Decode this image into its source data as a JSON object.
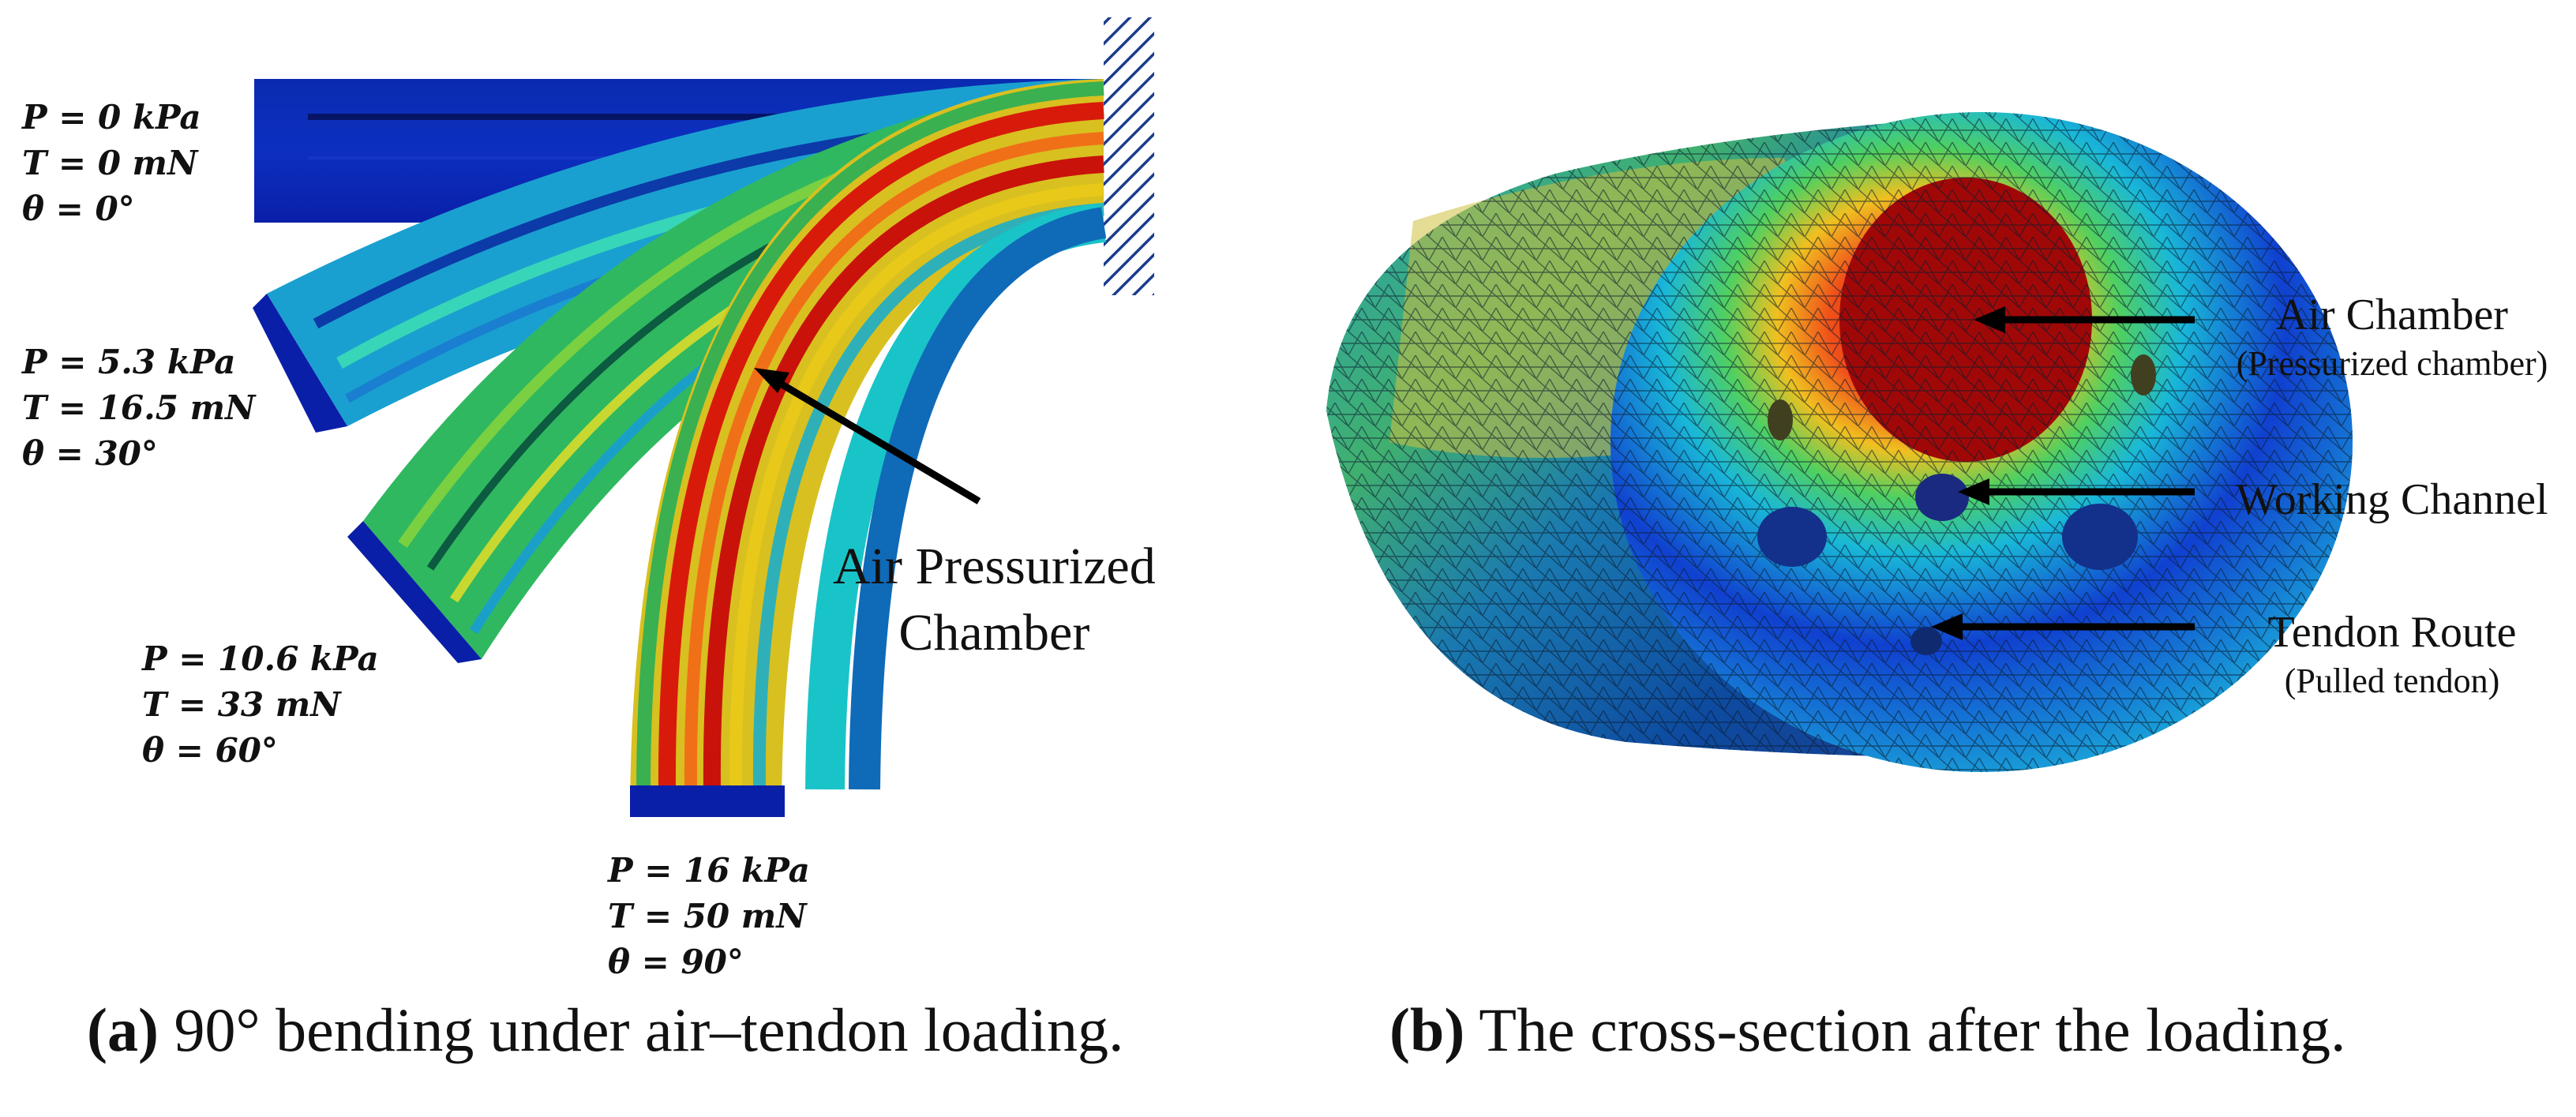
{
  "panel_a": {
    "states": [
      {
        "pressure": "P = 0 kPa",
        "tension": "T = 0 mN",
        "angle": "θ = 0°"
      },
      {
        "pressure": "P = 5.3 kPa",
        "tension": "T = 16.5 mN",
        "angle": "θ = 30°"
      },
      {
        "pressure": "P = 10.6 kPa",
        "tension": "T = 33 mN",
        "angle": "θ = 60°"
      },
      {
        "pressure": "P = 16 kPa",
        "tension": "T = 50 mN",
        "angle": "θ = 90°"
      }
    ],
    "annotation_line1": "Air Pressurized",
    "annotation_line2": "Chamber",
    "caption_letter": "(a)",
    "caption_text": " 90° bending under air–tendon loading."
  },
  "panel_b": {
    "callouts": [
      {
        "main": "Air Chamber",
        "sub": "(Pressurized chamber)"
      },
      {
        "main": "Working Channel",
        "sub": ""
      },
      {
        "main": "Tendon Route",
        "sub": "(Pulled tendon)"
      }
    ],
    "caption_letter": "(b)",
    "caption_text": " The cross-section after the loading."
  },
  "colors": {
    "low_stress": "#0a1fa8",
    "mid_stress": "#19c4c8",
    "high_stress": "#d81a0a",
    "hatch": "#1a3c8c"
  }
}
